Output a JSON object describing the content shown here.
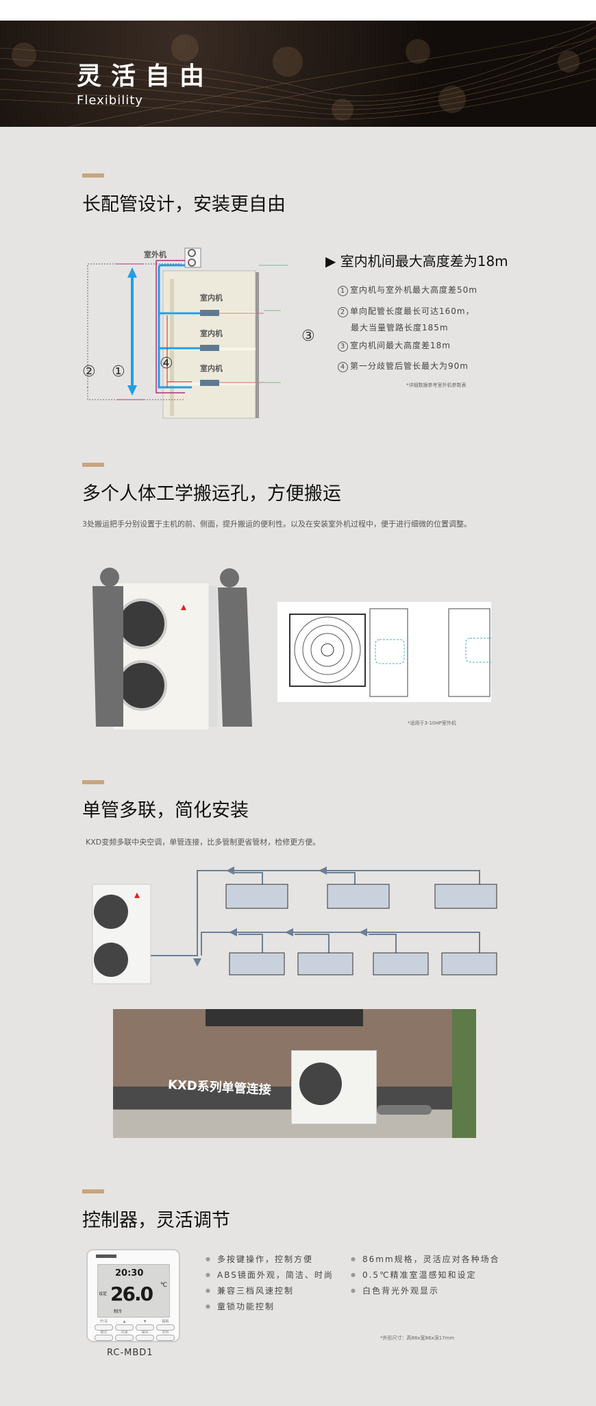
{
  "banner": {
    "title": "灵活自由",
    "subtitle": "Flexibility"
  },
  "section1": {
    "title": "长配管设计，安装更自由",
    "diagram": {
      "outdoor_label": "室外机",
      "indoor_label": "室内机",
      "markers": [
        "①",
        "②",
        "③",
        "④"
      ]
    },
    "heading": "▶ 室内机间最大高度差为18m",
    "items": [
      {
        "num": "1",
        "text": "室内机与室外机最大高度差50m"
      },
      {
        "num": "2",
        "text": "单向配管长度最长可达160m，",
        "text2": "最大当量管路长度185m"
      },
      {
        "num": "3",
        "text": "室内机间最大高度差18m"
      },
      {
        "num": "4",
        "text": "第一分歧管后管长最大为90m"
      }
    ],
    "note": "*详细数据参考室外机参数表"
  },
  "section2": {
    "title": "多个人体工学搬运孔，方便搬运",
    "desc": "3处搬运把手分别设置于主机的前、侧面，提升搬运的便利性。以及在安装室外机过程中，便于进行细微的位置调整。",
    "note": "*适用于3-10HP室外机"
  },
  "section3": {
    "title": "单管多联，简化安装",
    "desc": "KXD变频多联中央空调，单管连接，比多管制更省管材，检修更方便。",
    "photo_caption": "KXD系列单管连接"
  },
  "section4": {
    "title": "控制器，灵活调节",
    "controller": {
      "model": "RC-MBD1",
      "time": "20:30",
      "temp": "26.0",
      "unit": "℃",
      "set_label": "设定",
      "mode_label": "制冷",
      "buttons": [
        "开/关",
        "▲",
        "▼",
        "睡眠",
        "模式",
        "风速",
        "摆风",
        "定时"
      ]
    },
    "features_left": [
      "多按键操作，控制方便",
      "ABS镜面外观，简洁、时尚",
      "兼容三档风速控制",
      "童锁功能控制"
    ],
    "features_right": [
      "86mm规格，灵活应对各种场合",
      "0.5℃精准室温感知和设定",
      "白色背光外观显示"
    ],
    "note": "*外形尺寸：高86x宽86x深17mm"
  },
  "colors": {
    "accent": "#c7a57f",
    "background": "#e5e4e2",
    "pipe_blue": "#1ea0e6",
    "pipe_green": "#1a8c3c"
  }
}
